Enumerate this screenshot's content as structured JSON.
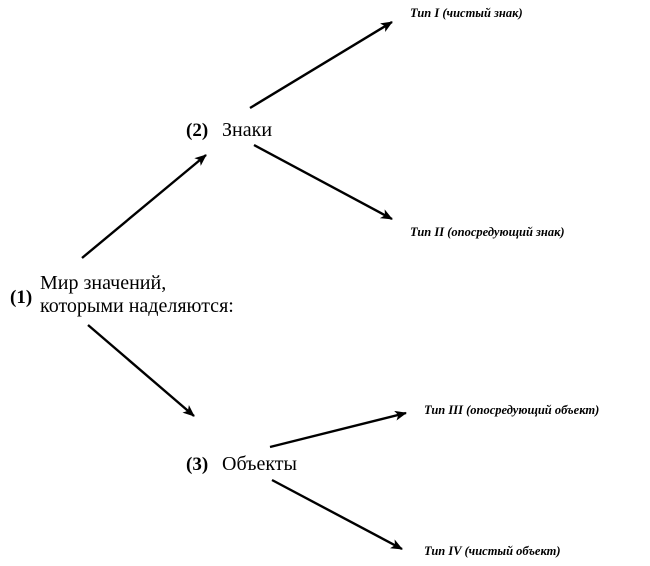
{
  "root": {
    "number": "(1)",
    "line1": "Мир значений,",
    "line2": "которыми наделяются:"
  },
  "signs": {
    "number": "(2)",
    "label": "Знаки"
  },
  "objects": {
    "number": "(3)",
    "label": "Объекты"
  },
  "types": {
    "type1": "Тип I (чистый знак)",
    "type2": "Тип II (опосредующий знак)",
    "type3": "Тип III (опосредующий объект)",
    "type4": "Тип IV (чистый объект)"
  }
}
